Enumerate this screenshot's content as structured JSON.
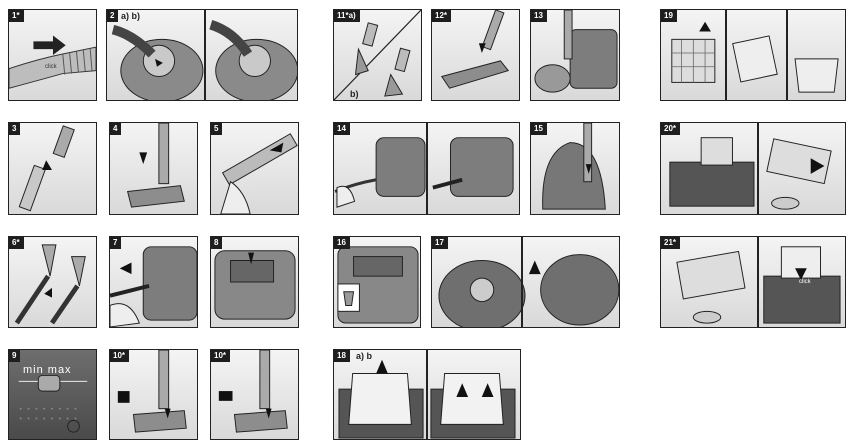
{
  "panels": {
    "p1": {
      "tag": "1*"
    },
    "p2": {
      "tag": "2",
      "sub": "a) b)"
    },
    "p11": {
      "tag": "11*a)",
      "sub_b": "b)"
    },
    "p12": {
      "tag": "12*"
    },
    "p13": {
      "tag": "13"
    },
    "p19": {
      "tag": "19"
    },
    "p3": {
      "tag": "3"
    },
    "p4": {
      "tag": "4"
    },
    "p5": {
      "tag": "5"
    },
    "p14": {
      "tag": "14"
    },
    "p15": {
      "tag": "15"
    },
    "p20": {
      "tag": "20*"
    },
    "p6": {
      "tag": "6*"
    },
    "p7": {
      "tag": "7"
    },
    "p8": {
      "tag": "8"
    },
    "p16": {
      "tag": "16"
    },
    "p17": {
      "tag": "17"
    },
    "p21": {
      "tag": "21*"
    },
    "p9": {
      "tag": "9",
      "scale": "min max"
    },
    "p10a": {
      "tag": "10*"
    },
    "p10b": {
      "tag": "10*"
    },
    "p18": {
      "tag": "18",
      "sub": "a) b"
    }
  },
  "labels": {
    "click": "click"
  },
  "icon_names": [
    "arrow-icon",
    "hose-icon",
    "nozzle-icon",
    "vacuum-icon",
    "filter-icon",
    "bag-icon",
    "hand-icon"
  ]
}
